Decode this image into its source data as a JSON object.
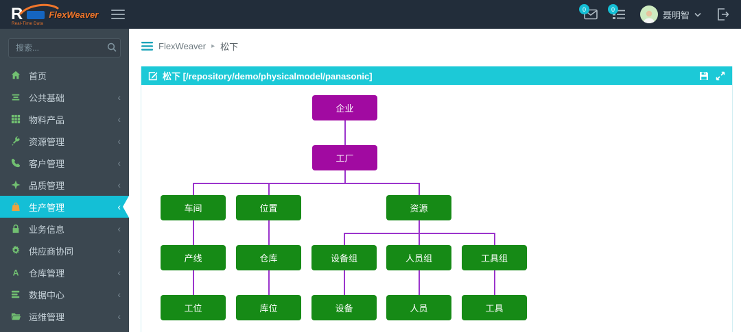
{
  "header": {
    "brand_r": "R",
    "brand_sub": "Real-Time Data",
    "brand_name": "FlexWeaver",
    "messages_badge": "0",
    "tasks_badge": "0",
    "user_name": "聂明智"
  },
  "sidebar": {
    "search_placeholder": "搜索...",
    "items": [
      {
        "id": "home",
        "label": "首页",
        "icon": "home-icon",
        "has_children": false,
        "active": false
      },
      {
        "id": "public-base",
        "label": "公共基础",
        "icon": "align-bars-icon",
        "has_children": true,
        "active": false
      },
      {
        "id": "material",
        "label": "物料产品",
        "icon": "grid-icon",
        "has_children": true,
        "active": false
      },
      {
        "id": "resource-mgmt",
        "label": "资源管理",
        "icon": "wrench-icon",
        "has_children": true,
        "active": false
      },
      {
        "id": "customer",
        "label": "客户管理",
        "icon": "phone-icon",
        "has_children": true,
        "active": false
      },
      {
        "id": "quality",
        "label": "品质管理",
        "icon": "diamond-star-icon",
        "has_children": true,
        "active": false
      },
      {
        "id": "production",
        "label": "生产管理",
        "icon": "production-bag-icon",
        "has_children": true,
        "active": true
      },
      {
        "id": "business",
        "label": "业务信息",
        "icon": "lock-icon",
        "has_children": true,
        "active": false
      },
      {
        "id": "supplier",
        "label": "供应商协同",
        "icon": "gear-icon",
        "has_children": true,
        "active": false
      },
      {
        "id": "warehouse-mgmt",
        "label": "仓库管理",
        "icon": "letter-a-icon",
        "has_children": true,
        "active": false
      },
      {
        "id": "data-center",
        "label": "数据中心",
        "icon": "stacked-bars-icon",
        "has_children": true,
        "active": false
      },
      {
        "id": "ops",
        "label": "运维管理",
        "icon": "folder-icon",
        "has_children": true,
        "active": false
      }
    ]
  },
  "breadcrumb": {
    "root": "FlexWeaver",
    "current": "松下"
  },
  "panel": {
    "title": "松下 [/repository/demo/physicalmodel/panasonic]"
  },
  "chart_data": {
    "type": "tree",
    "title": "松下 physical model hierarchy",
    "line_color": "#9b35cc",
    "root_color": "#a10aa1",
    "branch_color": "#168a16",
    "nodes": [
      {
        "id": "enterprise",
        "label": "企业",
        "color": "#a10aa1"
      },
      {
        "id": "factory",
        "label": "工厂",
        "color": "#a10aa1"
      },
      {
        "id": "workshop",
        "label": "车间",
        "color": "#168a16"
      },
      {
        "id": "location",
        "label": "位置",
        "color": "#168a16"
      },
      {
        "id": "resource",
        "label": "资源",
        "color": "#168a16"
      },
      {
        "id": "line",
        "label": "产线",
        "color": "#168a16"
      },
      {
        "id": "warehouse",
        "label": "仓库",
        "color": "#168a16"
      },
      {
        "id": "equipment-group",
        "label": "设备组",
        "color": "#168a16"
      },
      {
        "id": "personnel-group",
        "label": "人员组",
        "color": "#168a16"
      },
      {
        "id": "tool-group",
        "label": "工具组",
        "color": "#168a16"
      },
      {
        "id": "station",
        "label": "工位",
        "color": "#168a16"
      },
      {
        "id": "storage-bin",
        "label": "库位",
        "color": "#168a16"
      },
      {
        "id": "equipment",
        "label": "设备",
        "color": "#168a16"
      },
      {
        "id": "personnel",
        "label": "人员",
        "color": "#168a16"
      },
      {
        "id": "tool",
        "label": "工具",
        "color": "#168a16"
      }
    ],
    "edges": [
      [
        "enterprise",
        "factory"
      ],
      [
        "factory",
        "workshop"
      ],
      [
        "factory",
        "location"
      ],
      [
        "factory",
        "resource"
      ],
      [
        "workshop",
        "line"
      ],
      [
        "location",
        "warehouse"
      ],
      [
        "resource",
        "equipment-group"
      ],
      [
        "resource",
        "personnel-group"
      ],
      [
        "resource",
        "tool-group"
      ],
      [
        "line",
        "station"
      ],
      [
        "warehouse",
        "storage-bin"
      ],
      [
        "equipment-group",
        "equipment"
      ],
      [
        "personnel-group",
        "personnel"
      ],
      [
        "tool-group",
        "tool"
      ]
    ]
  }
}
